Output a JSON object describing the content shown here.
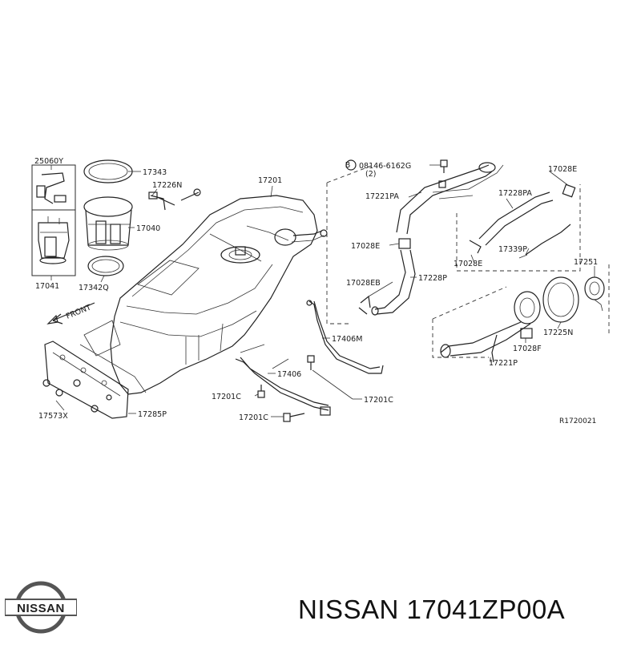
{
  "diagram": {
    "labels": {
      "p25060Y": "25060Y",
      "p17041": "17041",
      "p17343": "17343",
      "p17226N": "17226N",
      "p17040": "17040",
      "p17342Q": "17342Q",
      "p17201": "17201",
      "pBolt": "08146-6162G",
      "pBoltQty": "(2)",
      "p17221PA": "17221PA",
      "p17028E_a": "17028E",
      "p17028EB": "17028EB",
      "p17228P": "17228P",
      "p17406M": "17406M",
      "p17406": "17406",
      "p17201C_a": "17201C",
      "p17201C_b": "17201C",
      "p17201C_c": "17201C",
      "p17028E_b": "17028E",
      "p17228PA": "17228PA",
      "p17028E_c": "17028E",
      "p17339P": "17339P",
      "p17251": "17251",
      "p17225N": "17225N",
      "p17028F": "17028F",
      "p17221P": "17221P",
      "p17573X": "17573X",
      "p17285P": "17285P",
      "front": "FRONT",
      "circledB": "B",
      "ref": "R1720021"
    }
  },
  "brand": {
    "logo_text": "NISSAN",
    "caption": "NISSAN 17041ZP00A"
  }
}
